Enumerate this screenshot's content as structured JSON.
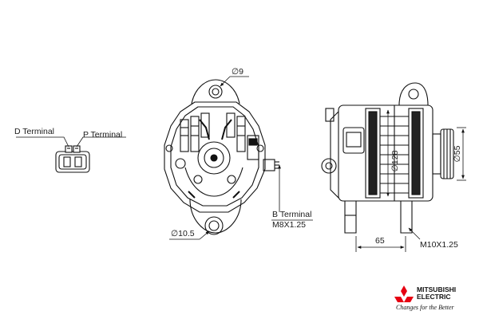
{
  "labels": {
    "d_terminal": "D Terminal",
    "p_terminal": "P Terminal",
    "b_terminal": "B Terminal",
    "b_thread": "M8X1.25",
    "dia_9": "∅9",
    "dia_10_5": "∅10.5",
    "dia_128": "∅128",
    "dia_55": "∅55",
    "dim_65": "65",
    "m10": "M10X1.25"
  },
  "brand": {
    "name_line1": "MITSUBISHI",
    "name_line2": "ELECTRIC",
    "tagline": "Changes for the Better",
    "logo_color": "#e60012"
  }
}
